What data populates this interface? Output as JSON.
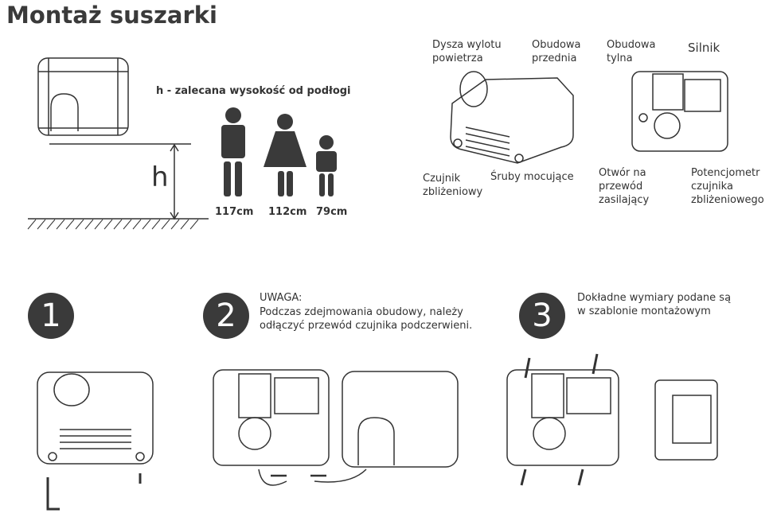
{
  "title": "Montaż suszarki",
  "height_section": {
    "caption": "h - zalecana wysokość od podłogi",
    "h_label": "h",
    "heights": [
      "117cm",
      "112cm",
      "79cm"
    ]
  },
  "parts_front": {
    "nozzle": "Dysza wylotu\npowietrza",
    "front_cover": "Obudowa\nprzednia",
    "sensor": "Czujnik\nzbliżeniowy",
    "screws": "Śruby mocujące"
  },
  "parts_back": {
    "back_cover": "Obudowa\ntylna",
    "motor": "Silnik",
    "cable_hole": "Otwór na\nprzewód\nzasilający",
    "potentiometer": "Potencjometr\nczujnika\nzbliżeniowego"
  },
  "steps": [
    {
      "number": "1",
      "text": ""
    },
    {
      "number": "2",
      "heading": "UWAGA:",
      "text": "Podczas zdejmowania obudowy, należy\nodłączyć przewód czujnika podczerwieni."
    },
    {
      "number": "3",
      "text": "Dokładne wymiary podane są\nw szablonie montażowym"
    }
  ]
}
